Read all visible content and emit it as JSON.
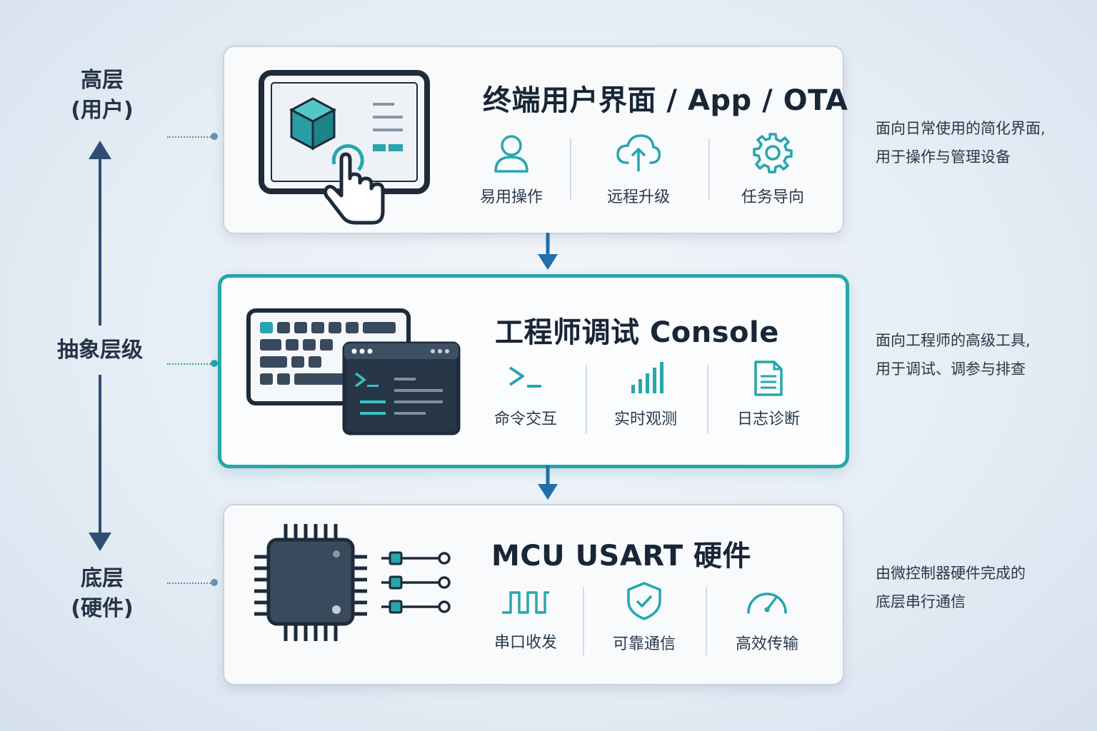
{
  "axis": {
    "top_label": [
      "高层",
      "(用户)"
    ],
    "middle_label": "抽象层级",
    "bottom_label": [
      "底层",
      "(硬件)"
    ]
  },
  "layers": [
    {
      "title": "终端用户界面 / App / OTA",
      "features": [
        {
          "icon": "user-icon",
          "label": "易用操作"
        },
        {
          "icon": "cloud-upload-icon",
          "label": "远程升级"
        },
        {
          "icon": "gear-icon",
          "label": "任务导向"
        }
      ],
      "description": [
        "面向日常使用的简化界面,",
        "用于操作与管理设备"
      ]
    },
    {
      "title": "工程师调试 Console",
      "features": [
        {
          "icon": "terminal-prompt-icon",
          "label": "命令交互"
        },
        {
          "icon": "signal-bars-icon",
          "label": "实时观测"
        },
        {
          "icon": "document-icon",
          "label": "日志诊断"
        }
      ],
      "description": [
        "面向工程师的高级工具,",
        "用于调试、调参与排查"
      ]
    },
    {
      "title": "MCU USART 硬件",
      "features": [
        {
          "icon": "square-wave-icon",
          "label": "串口收发"
        },
        {
          "icon": "shield-check-icon",
          "label": "可靠通信"
        },
        {
          "icon": "gauge-icon",
          "label": "高效传输"
        }
      ],
      "description": [
        "由微控制器硬件完成的",
        "底层串行通信"
      ]
    }
  ],
  "colors": {
    "accent_teal": "#27a6ad",
    "arrow_blue": "#1f6fa8",
    "axis_navy": "#2f4d73",
    "dark_navy": "#1d2b3a"
  }
}
